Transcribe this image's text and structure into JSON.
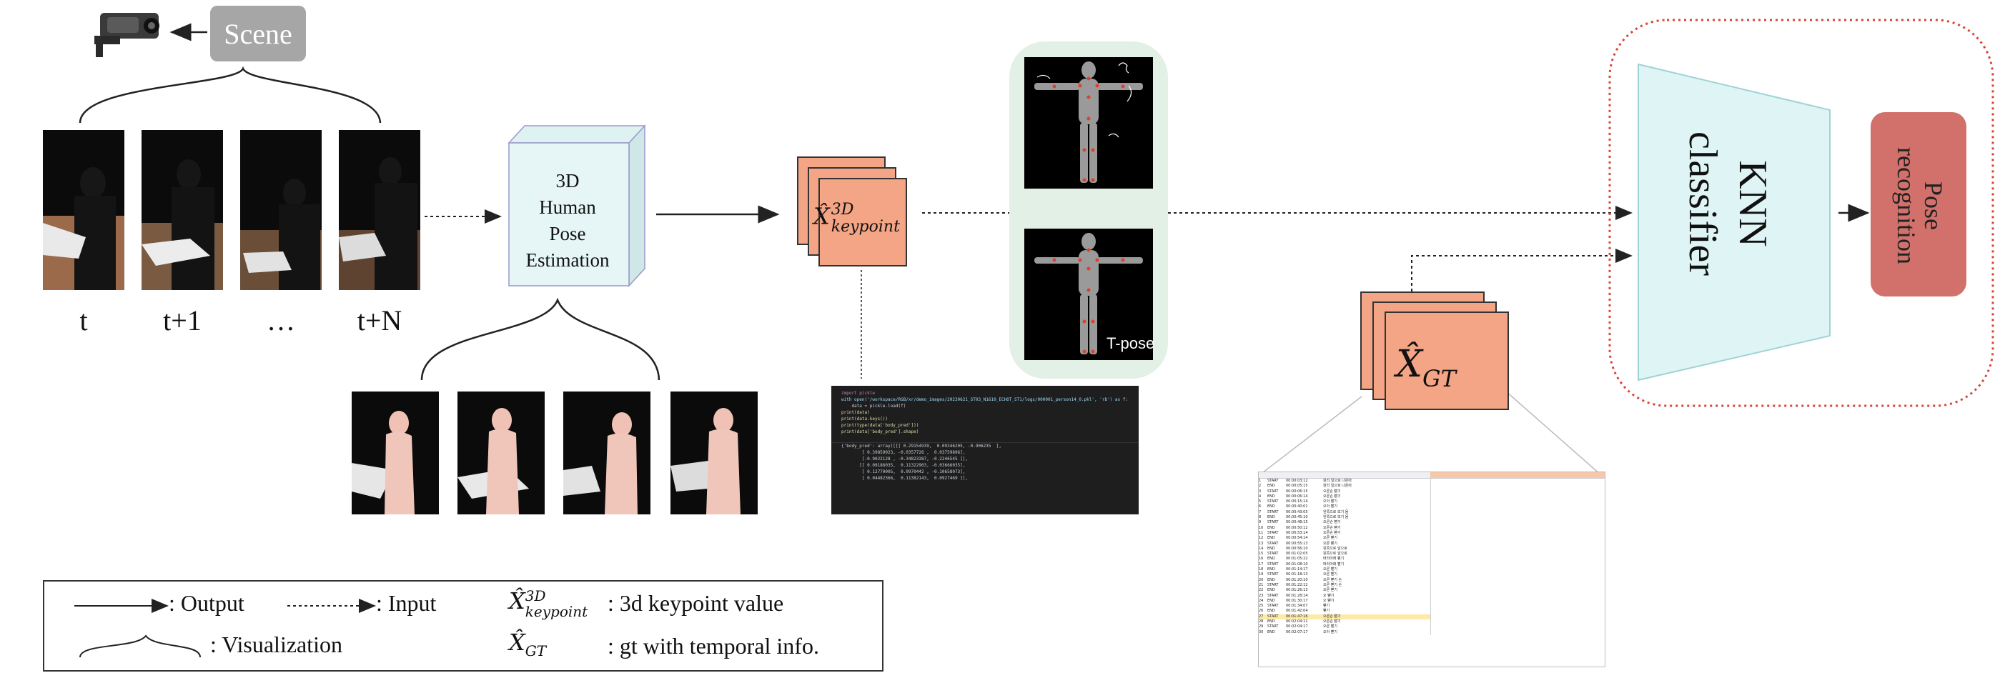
{
  "scene_label": "Scene",
  "frame_labels": [
    "t",
    "t+1",
    "…",
    "t+N"
  ],
  "estimation_box": {
    "line1": "3D",
    "line2": "Human",
    "line3": "Pose",
    "line4": "Estimation"
  },
  "keypoint_label": {
    "base": "X̂",
    "sup": "3D",
    "sub": "keypoint"
  },
  "gt_label": {
    "base": "X̂",
    "sub": "GT"
  },
  "tpose_label": "T-pose",
  "classifier_label": "KNN classifier",
  "output_box": {
    "line1": "Pose",
    "line2": "recognition"
  },
  "legend": {
    "output": ": Output",
    "input": ": Input",
    "visualization": ": Visualization",
    "kp_desc": ":  3d keypoint value",
    "gt_desc": ":  gt with temporal info."
  },
  "code_lines": [
    "import pickle",
    "",
    "with open('/workspace/RGB/xr/demo_images/20230621_ST03_N1610_ECHOT_ST1/logs/000001_person14_0.pkl', 'rb') as f:",
    "    data = pickle.load(f)",
    "",
    "print(data)",
    "print(data.keys())",
    "print(type(data['body_pred']))",
    "print(data['body_pred'].shape)",
    "",
    "{'body_pred': array([[[ 0.29154939,  0.09346205, -0.906235  ],",
    "        [ 0.39859023, -0.0357726 ,  0.03759896],",
    "        [-0.9022128 , -0.34823387, -0.2246545 ]],",
    "",
    "       [[ 0.09186035,  0.11322903, -0.03666035],",
    "        [ 0.12770005,  0.0970442 , -0.10658073],",
    "        [ 0.04482366,  0.11382143,  0.0927469 ]],"
  ],
  "sheet_rows": [
    [
      "1",
      "START",
      "00:00:03:12",
      "원리 일으로 나온따"
    ],
    [
      "2",
      "END",
      "00:00:05:15",
      "원리 일으로 나온따"
    ],
    [
      "3",
      "START",
      "00:00:06:15",
      "오른손 뻗기"
    ],
    [
      "4",
      "END",
      "00:00:06:14",
      "오른손 뻗기"
    ],
    [
      "5",
      "START",
      "00:00:15:14",
      "오아 뻗기"
    ],
    [
      "6",
      "END",
      "00:00:40:01",
      "오아 뻗기"
    ],
    [
      "7",
      "START",
      "00:00:43:05",
      "왼쪽으로 보기 몸"
    ],
    [
      "8",
      "END",
      "00:00:45:10",
      "왼쪽으로 보기 몸"
    ],
    [
      "9",
      "START",
      "00:00:48:15",
      "오른손 뻗기"
    ],
    [
      "10",
      "END",
      "00:00:50:12",
      "오른손 뻗기"
    ],
    [
      "11",
      "START",
      "00:00:53:14",
      "오른손 뻗기"
    ],
    [
      "12",
      "END",
      "00:00:54:14",
      "오른 뻗기"
    ],
    [
      "13",
      "START",
      "00:00:55:13",
      "오른 뻗기"
    ],
    [
      "14",
      "END",
      "00:00:56:10",
      "왼쪽으로 앞으로"
    ],
    [
      "15",
      "START",
      "00:01:02:05",
      "왼쪽으로 앞으로"
    ],
    [
      "16",
      "END",
      "00:01:05:22",
      "머리아래 뻗기"
    ],
    [
      "17",
      "START",
      "00:01:08:10",
      "머리아래 뻗기"
    ],
    [
      "18",
      "END",
      "00:01:14:17",
      "오른 뻗기"
    ],
    [
      "19",
      "START",
      "00:01:18:13",
      "오른 뻗기"
    ],
    [
      "20",
      "END",
      "00:01:20:10",
      "오른 뻗기 손"
    ],
    [
      "21",
      "START",
      "00:01:22:12",
      "오른 뻗기 손"
    ],
    [
      "22",
      "END",
      "00:01:26:13",
      "오른 뻗기"
    ],
    [
      "23",
      "START",
      "00:01:28:14",
      "오 뻗기"
    ],
    [
      "24",
      "END",
      "00:01:30:17",
      "오 뻗기"
    ],
    [
      "25",
      "START",
      "00:01:34:07",
      "뻗기"
    ],
    [
      "26",
      "END",
      "00:01:42:04",
      "뻗기"
    ],
    [
      "27",
      "START",
      "00:01:47:16",
      "오른손 뻗기"
    ],
    [
      "28",
      "END",
      "00:02:04:11",
      "오른손 뻗기"
    ],
    [
      "29",
      "START",
      "00:02:04:17",
      "오른 뻗기"
    ],
    [
      "30",
      "END",
      "00:02:07:17",
      "오아 뻗기"
    ]
  ]
}
